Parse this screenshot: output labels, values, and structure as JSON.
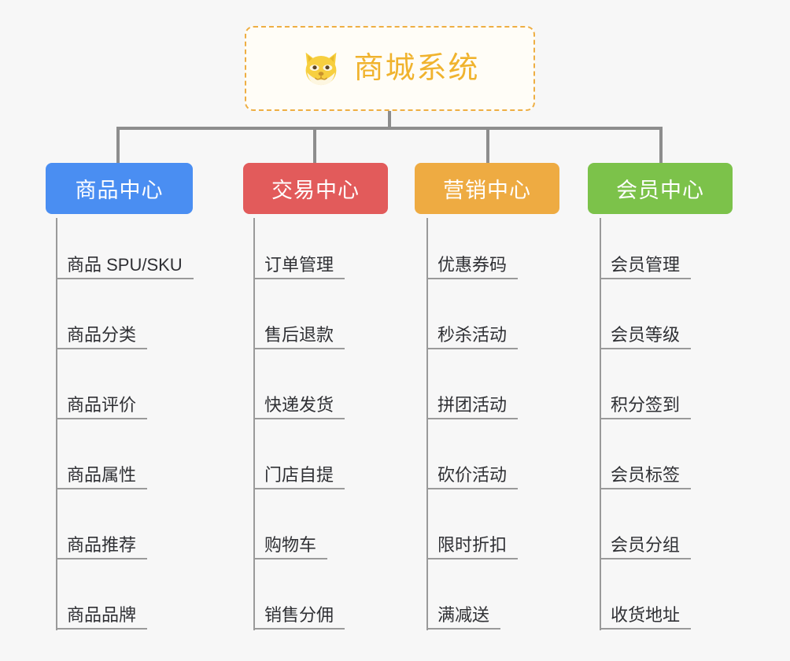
{
  "page": {
    "background_color": "#f7f7f7",
    "type": "org-chart"
  },
  "root": {
    "title": "商城系统",
    "icon": "shiba-dog-face-emoji",
    "border_color": "#eeae43",
    "text_color": "#f0b32e",
    "background_color": "#fffdf7"
  },
  "connector": {
    "color": "#8d8d8d",
    "trunk_color": "#9a9a9a"
  },
  "columns": [
    {
      "header": "商品中心",
      "color": "#4a8ef2",
      "items": [
        "商品 SPU/SKU",
        "商品分类",
        "商品评价",
        "商品属性",
        "商品推荐",
        "商品品牌"
      ]
    },
    {
      "header": "交易中心",
      "color": "#e25b5b",
      "items": [
        "订单管理",
        "售后退款",
        "快递发货",
        "门店自提",
        "购物车",
        "销售分佣"
      ]
    },
    {
      "header": "营销中心",
      "color": "#eeab42",
      "items": [
        "优惠券码",
        "秒杀活动",
        "拼团活动",
        "砍价活动",
        "限时折扣",
        "满减送"
      ]
    },
    {
      "header": "会员中心",
      "color": "#7cc council",
      "items": [
        "会员管理",
        "会员等级",
        "积分签到",
        "会员标签",
        "会员分组",
        "收货地址"
      ]
    }
  ]
}
